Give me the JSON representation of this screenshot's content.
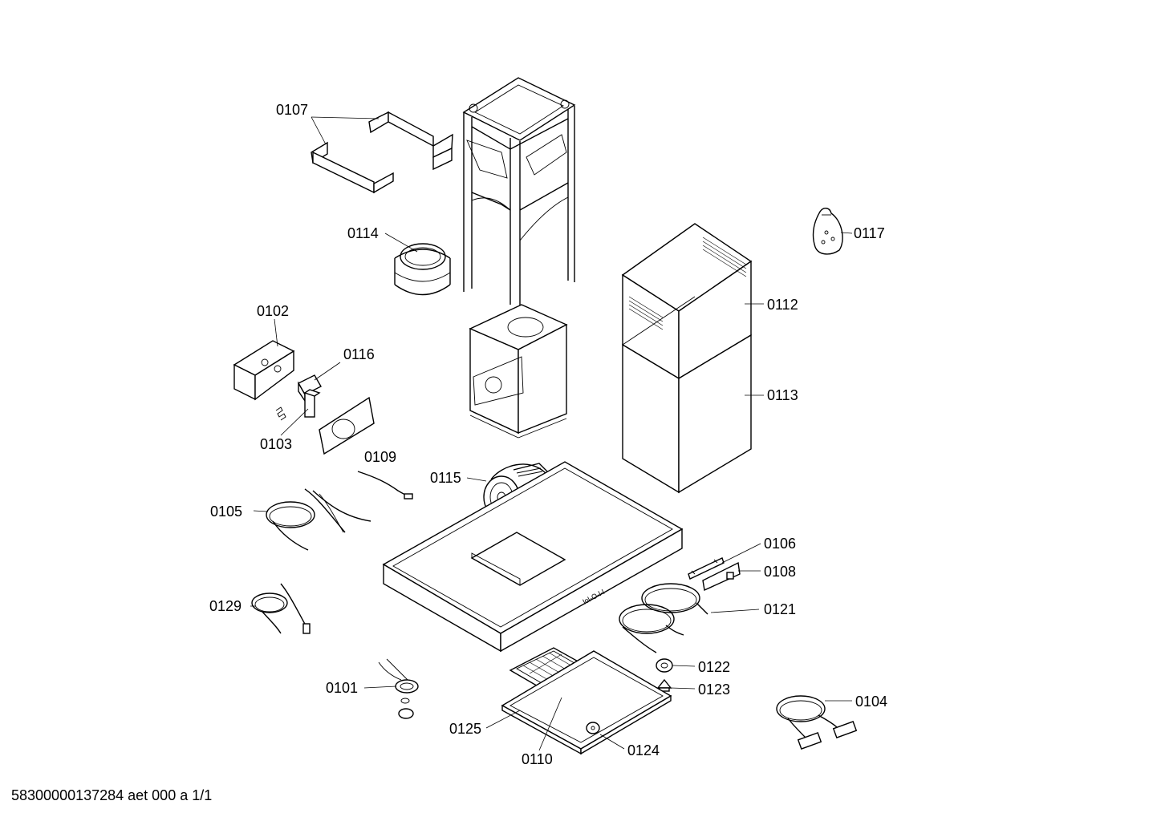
{
  "labels": {
    "p0107": "0107",
    "p0114": "0114",
    "p0102": "0102",
    "p0116": "0116",
    "p0103": "0103",
    "p0109": "0109",
    "p0105": "0105",
    "p0115": "0115",
    "p0117": "0117",
    "p0112": "0112",
    "p0113": "0113",
    "p0106": "0106",
    "p0108": "0108",
    "p0121": "0121",
    "p0129": "0129",
    "p0122": "0122",
    "p0123": "0123",
    "p0101": "0101",
    "p0104": "0104",
    "p0125": "0125",
    "p0124": "0124",
    "p0110": "0110"
  },
  "footer": {
    "code": "58300000137284 aet 000 a 1/1"
  }
}
